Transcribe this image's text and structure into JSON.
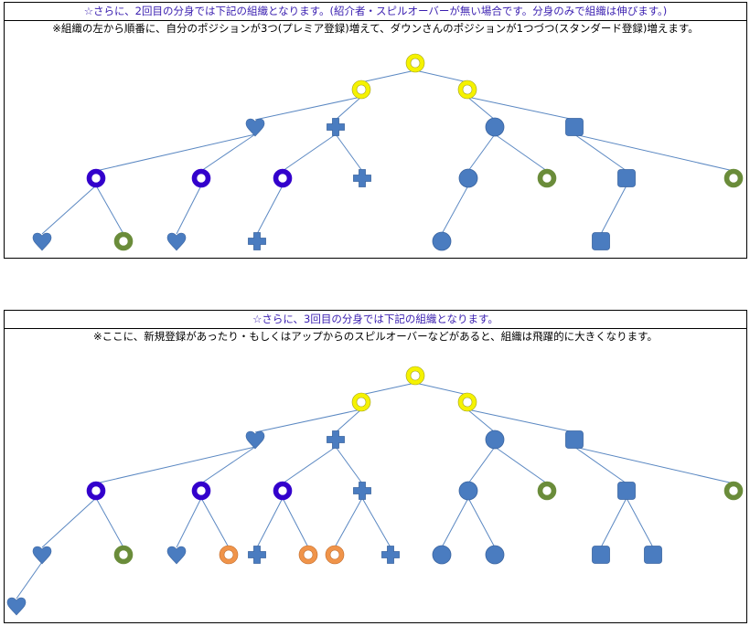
{
  "colors": {
    "title_text": "#3a1fb0",
    "line": "#5b88c2",
    "blue_fill": "#4a7cc0",
    "blue_stroke": "#3a64a0",
    "yellow": "#f5f200",
    "purple": "#3300cc",
    "green": "#6a8c3a",
    "orange": "#f0944a"
  },
  "panels": [
    {
      "title": "☆さらに、2回目の分身では下記の組織となります。(紹介者・スピルオーバーが無い場合です。分身のみで組織は伸びます。)",
      "note": "※組織の左から順番に、自分のポジションが3つ(プレミア登録)増えて、ダウンさんのポジションが1つづつ(スタンダード登録)増えます。"
    },
    {
      "title": "☆さらに、3回目の分身では下記の組織となります。",
      "note": "※ここに、新規登録があったり・もしくはアップからのスピルオーバーなどがあると、組織は飛躍的に大きくなります。"
    }
  ],
  "trees": [
    {
      "name": "tree-round-2",
      "nodes": [
        {
          "id": "r",
          "type": "ring-yellow",
          "parent": null
        },
        {
          "id": "a",
          "type": "ring-yellow",
          "parent": "r"
        },
        {
          "id": "b",
          "type": "ring-yellow",
          "parent": "r"
        },
        {
          "id": "a1",
          "type": "heart",
          "parent": "a"
        },
        {
          "id": "a2",
          "type": "cross",
          "parent": "a"
        },
        {
          "id": "b1",
          "type": "circle",
          "parent": "b"
        },
        {
          "id": "b2",
          "type": "square",
          "parent": "b"
        },
        {
          "id": "a1x",
          "type": "ring-purple",
          "parent": "a1"
        },
        {
          "id": "a1y",
          "type": "ring-purple",
          "parent": "a1"
        },
        {
          "id": "a2x",
          "type": "ring-purple",
          "parent": "a2"
        },
        {
          "id": "a2y",
          "type": "cross",
          "parent": "a2"
        },
        {
          "id": "b1x",
          "type": "circle",
          "parent": "b1"
        },
        {
          "id": "b1y",
          "type": "ring-green",
          "parent": "b1"
        },
        {
          "id": "b2x",
          "type": "square",
          "parent": "b2"
        },
        {
          "id": "b2y",
          "type": "ring-green",
          "parent": "b2"
        },
        {
          "id": "a1x1",
          "type": "heart",
          "parent": "a1x"
        },
        {
          "id": "a1x2",
          "type": "ring-green",
          "parent": "a1x"
        },
        {
          "id": "a1y1",
          "type": "heart",
          "parent": "a1y"
        },
        {
          "id": "a2x1",
          "type": "cross",
          "parent": "a2x"
        },
        {
          "id": "b1x1",
          "type": "circle",
          "parent": "b1x"
        },
        {
          "id": "b2x1",
          "type": "square",
          "parent": "b2x"
        }
      ]
    },
    {
      "name": "tree-round-3",
      "nodes": [
        {
          "id": "r",
          "type": "ring-yellow",
          "parent": null
        },
        {
          "id": "a",
          "type": "ring-yellow",
          "parent": "r"
        },
        {
          "id": "b",
          "type": "ring-yellow",
          "parent": "r"
        },
        {
          "id": "a1",
          "type": "heart",
          "parent": "a"
        },
        {
          "id": "a2",
          "type": "cross",
          "parent": "a"
        },
        {
          "id": "b1",
          "type": "circle",
          "parent": "b"
        },
        {
          "id": "b2",
          "type": "square",
          "parent": "b"
        },
        {
          "id": "a1x",
          "type": "ring-purple",
          "parent": "a1"
        },
        {
          "id": "a1y",
          "type": "ring-purple",
          "parent": "a1"
        },
        {
          "id": "a2x",
          "type": "ring-purple",
          "parent": "a2"
        },
        {
          "id": "a2y",
          "type": "cross",
          "parent": "a2"
        },
        {
          "id": "b1x",
          "type": "circle",
          "parent": "b1"
        },
        {
          "id": "b1y",
          "type": "ring-green",
          "parent": "b1"
        },
        {
          "id": "b2x",
          "type": "square",
          "parent": "b2"
        },
        {
          "id": "b2y",
          "type": "ring-green",
          "parent": "b2"
        },
        {
          "id": "a1x1",
          "type": "heart",
          "parent": "a1x"
        },
        {
          "id": "a1x2",
          "type": "ring-green",
          "parent": "a1x"
        },
        {
          "id": "a1y1",
          "type": "heart",
          "parent": "a1y"
        },
        {
          "id": "a1y2",
          "type": "ring-orange",
          "parent": "a1y"
        },
        {
          "id": "a2x1",
          "type": "cross",
          "parent": "a2x"
        },
        {
          "id": "a2x2",
          "type": "ring-orange",
          "parent": "a2x"
        },
        {
          "id": "a2y1",
          "type": "ring-orange",
          "parent": "a2y"
        },
        {
          "id": "a2y2",
          "type": "cross",
          "parent": "a2y"
        },
        {
          "id": "b1x1",
          "type": "circle",
          "parent": "b1x"
        },
        {
          "id": "b1x2",
          "type": "circle",
          "parent": "b1x"
        },
        {
          "id": "b2x1",
          "type": "square",
          "parent": "b2x"
        },
        {
          "id": "b2x2",
          "type": "square",
          "parent": "b2x"
        },
        {
          "id": "a1x1a",
          "type": "heart",
          "parent": "a1x1"
        }
      ]
    }
  ]
}
